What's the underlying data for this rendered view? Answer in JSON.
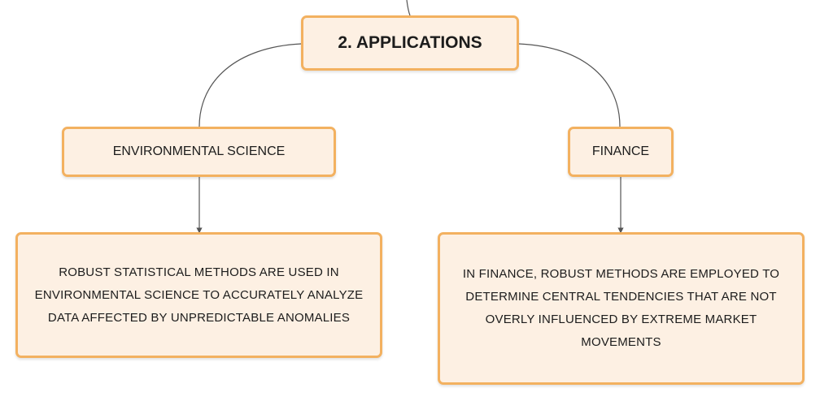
{
  "root": {
    "label": "2. APPLICATIONS"
  },
  "branches": [
    {
      "label": "ENVIRONMENTAL SCIENCE",
      "detail": "ROBUST STATISTICAL METHODS ARE USED IN ENVIRONMENTAL SCIENCE TO ACCURATELY ANALYZE DATA AFFECTED BY UNPREDICTABLE ANOMALIES"
    },
    {
      "label": "FINANCE",
      "detail": "IN FINANCE, ROBUST METHODS ARE EMPLOYED TO DETERMINE CENTRAL TENDENCIES THAT ARE NOT OVERLY INFLUENCED BY EXTREME MARKET MOVEMENTS"
    }
  ],
  "colors": {
    "node_fill": "#fdf0e3",
    "node_border": "#f3b160",
    "connector": "#555555"
  }
}
